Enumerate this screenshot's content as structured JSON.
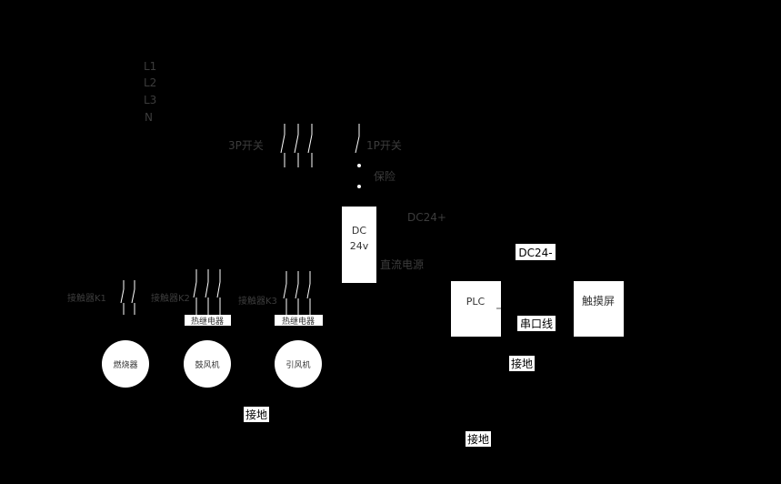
{
  "lines": {
    "l1": "L1",
    "l2": "L2",
    "l3": "L3",
    "n": "N"
  },
  "switches": {
    "three_pole": "3P开关",
    "one_pole": "1P开关"
  },
  "fuse": "保险",
  "dc_plus": "DC24+",
  "dc_minus": "DC24-",
  "power_supply": {
    "line1": "DC",
    "line2": "24v",
    "label": "直流电源"
  },
  "plc": "PLC",
  "touchscreen": "触摸屏",
  "serial_line": "串口线",
  "ground": "接地",
  "contactors": {
    "k1": "接触器K1",
    "k2": "接触器K2",
    "k3": "接触器K3"
  },
  "thermal_relay": "热继电器",
  "motors": {
    "burner": "燃烧器",
    "blower": "鼓风机",
    "induced_fan": "引风机"
  },
  "colors": {
    "background": "#000000",
    "label_text": "#3c3c3c",
    "box_fill": "#ffffff",
    "box_text": "#333333",
    "line": "#2a2a2a",
    "switch_line": "#ffffff"
  }
}
